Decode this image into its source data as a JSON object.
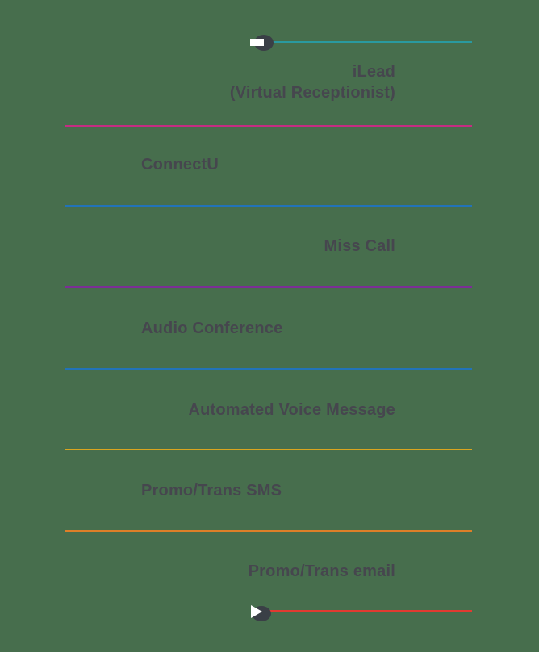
{
  "canvas": {
    "background": "#476E4D",
    "text_color": "#46464E"
  },
  "audio_player_top": {
    "icon": "stop-icon",
    "knob_color": "#3A3F46",
    "line_color": "#2A99A0"
  },
  "services": [
    {
      "label": "iLead",
      "sublabel": "(Virtual Receptionist)"
    },
    {
      "label": "ConnectU"
    },
    {
      "label": "Miss Call"
    },
    {
      "label": "Audio Conference"
    },
    {
      "label": "Automated Voice Message"
    },
    {
      "label": "Promo/Trans SMS"
    },
    {
      "label": "Promo/Trans email"
    }
  ],
  "dividers": [
    {
      "color": "#C52C82"
    },
    {
      "color": "#2273B8"
    },
    {
      "color": "#7C2E96"
    },
    {
      "color": "#2273B8"
    },
    {
      "color": "#D9A51F"
    },
    {
      "color": "#DD7F28"
    }
  ],
  "audio_player_bottom": {
    "icon": "play-icon",
    "knob_color": "#3A3F46",
    "line_color": "#E23A31"
  }
}
